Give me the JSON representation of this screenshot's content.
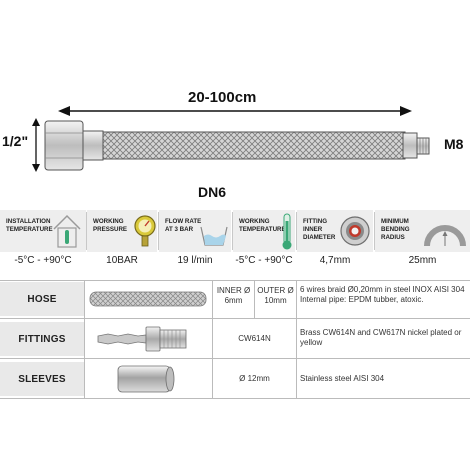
{
  "diagram": {
    "length_label": "20-100cm",
    "thread_label": "1/2\"",
    "dn_label": "DN6",
    "male_label": "M8"
  },
  "specs": [
    {
      "title": "INSTALLATION TEMPERATURE",
      "value": "-5°C - +90°C",
      "icon": "house-thermometer-icon"
    },
    {
      "title": "WORKING PRESSURE",
      "value": "10BAR",
      "icon": "pressure-gauge-icon"
    },
    {
      "title": "FLOW RATE AT 3 BAR",
      "value": "19 l/min",
      "icon": "water-flow-icon"
    },
    {
      "title": "WORKING TEMPERATURE",
      "value": "-5°C - +90°C",
      "icon": "thermometer-icon"
    },
    {
      "title": "FITTING INNER DIAMETER",
      "value": "4,7mm",
      "icon": "fitting-ring-icon"
    },
    {
      "title": "MINIMUM BENDING RADIUS",
      "value": "25mm",
      "icon": "bending-radius-icon"
    }
  ],
  "table": {
    "rows": [
      {
        "label": "HOSE",
        "inner": "INNER Ø 6mm",
        "outer": "OUTER Ø 10mm",
        "description": "6 wires braid Ø0,20mm in steel INOX AISI 304 Internal pipe: EPDM tubber, atoxic."
      },
      {
        "label": "FITTINGS",
        "spec": "CW614N",
        "description": "Brass CW614N and CW617N nickel plated or yellow"
      },
      {
        "label": "SLEEVES",
        "spec": "Ø 12mm",
        "description": "Stainless steel AISI 304"
      }
    ]
  },
  "colors": {
    "band": "#eeeeee",
    "row_label_bg": "#e9e9e9",
    "thermometer_green": "#3aa776",
    "gauge_yellow": "#d9c93a",
    "gauge_red": "#c0392b"
  }
}
